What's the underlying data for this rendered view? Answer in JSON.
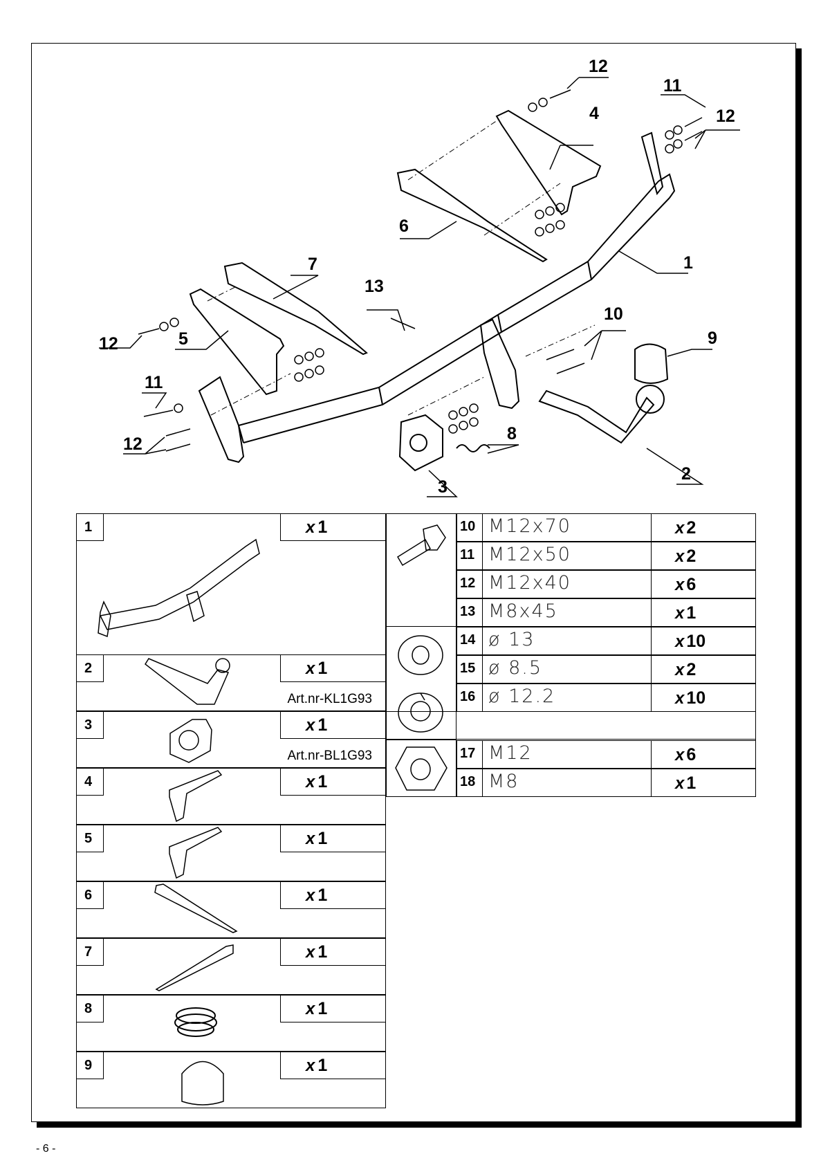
{
  "page_number": "- 6 -",
  "callouts": [
    "12",
    "11",
    "12",
    "4",
    "6",
    "7",
    "13",
    "1",
    "10",
    "9",
    "12",
    "5",
    "11",
    "12",
    "8",
    "3",
    "2"
  ],
  "parts_left": [
    {
      "num": "1",
      "qty": "1",
      "art": ""
    },
    {
      "num": "2",
      "qty": "1",
      "art": "Art.nr-KL1G93"
    },
    {
      "num": "3",
      "qty": "1",
      "art": "Art.nr-BL1G93"
    },
    {
      "num": "4",
      "qty": "1",
      "art": ""
    },
    {
      "num": "5",
      "qty": "1",
      "art": ""
    },
    {
      "num": "6",
      "qty": "1",
      "art": ""
    },
    {
      "num": "7",
      "qty": "1",
      "art": ""
    },
    {
      "num": "8",
      "qty": "1",
      "art": ""
    },
    {
      "num": "9",
      "qty": "1",
      "art": ""
    }
  ],
  "qty_prefix": "x",
  "parts_right": [
    {
      "num": "10",
      "spec": "M12x70",
      "qty": "2"
    },
    {
      "num": "11",
      "spec": "M12x50",
      "qty": "2"
    },
    {
      "num": "12",
      "spec": "M12x40",
      "qty": "6"
    },
    {
      "num": "13",
      "spec": "M8x45",
      "qty": "1"
    },
    {
      "num": "14",
      "spec": "ø 13",
      "qty": "10"
    },
    {
      "num": "15",
      "spec": "ø 8.5",
      "qty": "2"
    },
    {
      "num": "16",
      "spec": "ø 12.2",
      "qty": "10"
    },
    {
      "num": "17",
      "spec": "M12",
      "qty": "6"
    },
    {
      "num": "18",
      "spec": "M8",
      "qty": "1"
    }
  ]
}
